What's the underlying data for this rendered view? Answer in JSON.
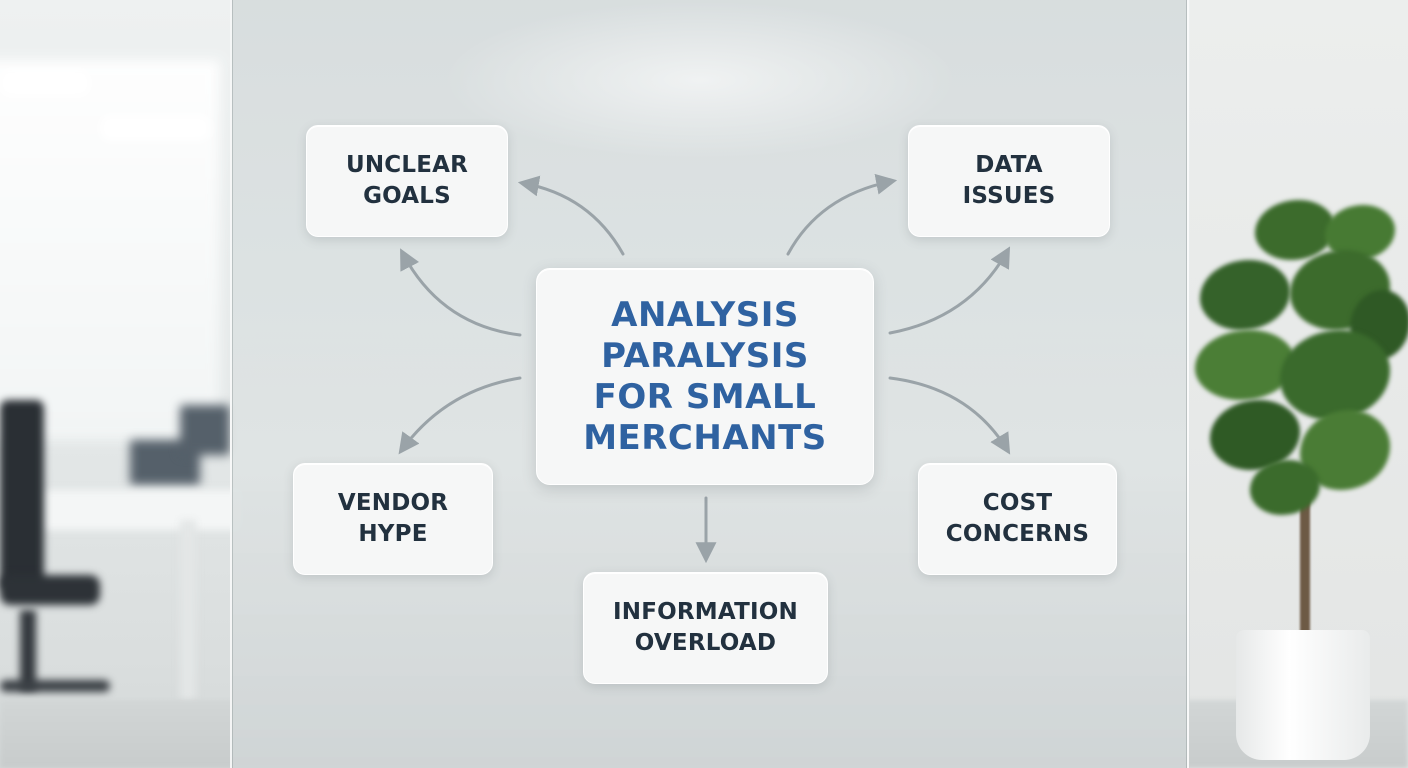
{
  "diagram": {
    "center": {
      "label": "ANALYSIS\nPARALYSIS\nFOR SMALL\nMERCHANTS"
    },
    "nodes": [
      {
        "label": "UNCLEAR\nGOALS"
      },
      {
        "label": "DATA\nISSUES"
      },
      {
        "label": "VENDOR\nHYPE"
      },
      {
        "label": "COST\nCONCERNS"
      },
      {
        "label": "INFORMATION\nOVERLOAD"
      }
    ]
  },
  "colors": {
    "center_text": "#2f62a1",
    "node_text": "#22313f",
    "arrow": "#9aa3a8",
    "card": "#f6f7f7"
  }
}
